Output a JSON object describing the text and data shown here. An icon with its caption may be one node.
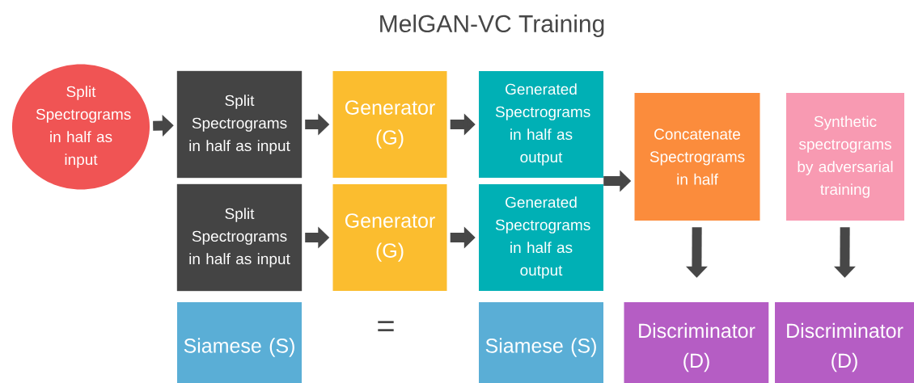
{
  "diagram": {
    "title": "MelGAN-VC Training",
    "nodes": [
      {
        "text": [
          "Split Spectrograms in half as input"
        ]
      },
      {
        "text": [
          "Split Spectrograms in half as input"
        ]
      },
      {
        "text": [
          "Generator (G)"
        ]
      },
      {
        "text": [
          "Generated Spectrograms in half as output"
        ]
      },
      {
        "text": [
          "Split Spectrograms in half as input"
        ]
      },
      {
        "text": [
          "Generator (G)"
        ]
      },
      {
        "text": [
          "Generated Spectrograms in half as output"
        ]
      },
      {
        "text": [
          "Concatenate Spectrograms in half"
        ]
      },
      {
        "text": [
          "Synthetic spectrograms by adversarial training"
        ]
      },
      {
        "text": [
          "Siamese (S)"
        ]
      },
      {
        "text": [
          "Siamese (S)"
        ]
      },
      {
        "text": [
          "Discriminator (D)"
        ]
      },
      {
        "text": [
          "Discriminator (D)"
        ]
      }
    ],
    "edges": [
      {
        "from": 0,
        "to": 1,
        "arrow": "to"
      },
      {
        "from": 1,
        "to": 2,
        "arrow": "to"
      },
      {
        "from": 2,
        "to": 3,
        "arrow": "to"
      },
      {
        "from": 4,
        "to": 5,
        "arrow": "to"
      },
      {
        "from": 5,
        "to": 6,
        "arrow": "to"
      },
      {
        "from": 3,
        "to": 7,
        "arrow": "to"
      },
      {
        "from": 6,
        "to": 7,
        "arrow": "to"
      },
      {
        "from": 7,
        "to": 11,
        "arrow": "to"
      },
      {
        "from": 8,
        "to": 12,
        "arrow": "to"
      }
    ],
    "labels": [
      "="
    ]
  }
}
